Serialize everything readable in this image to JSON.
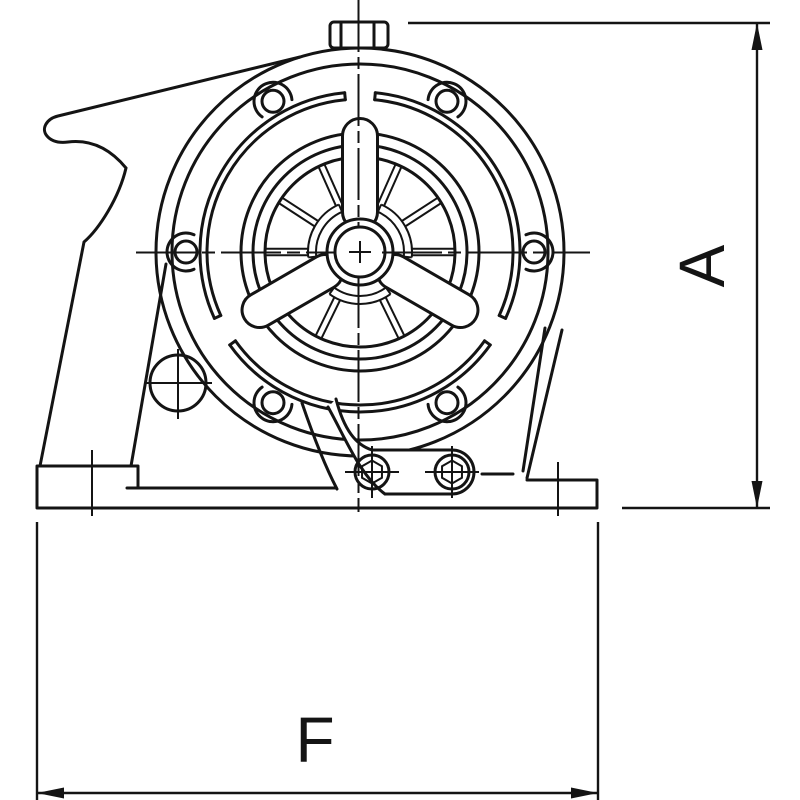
{
  "page": {
    "background_color": "#ffffff"
  },
  "drawing": {
    "line_color": "#141414",
    "dimension_labels": [
      {
        "label": "A",
        "orientation": "vertical"
      },
      {
        "label": "F",
        "orientation": "horizontal"
      }
    ]
  }
}
